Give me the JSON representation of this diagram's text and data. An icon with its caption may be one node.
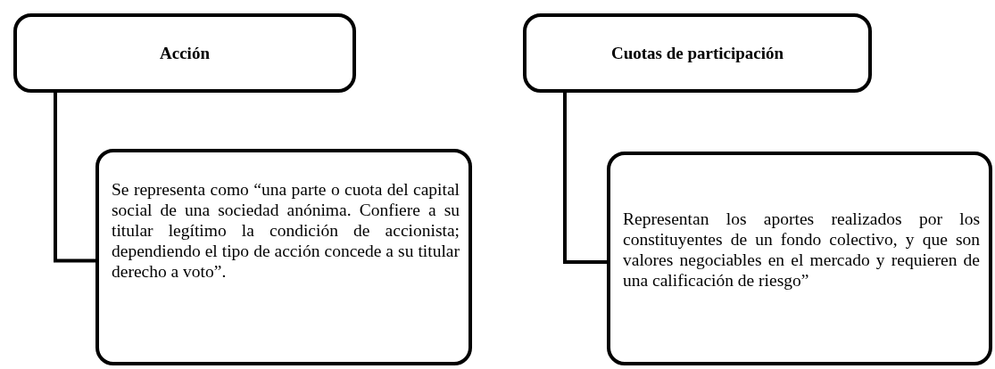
{
  "diagram": {
    "nodes": [
      {
        "text": [
          "Acción"
        ]
      },
      {
        "text": [
          "Se representa como “una parte o cuota del capital social de una sociedad anónima. Confiere a su titular legítimo la condición de accionista; dependiendo el tipo de acción concede a su titular derecho a voto”."
        ]
      },
      {
        "text": [
          "Cuotas de participación"
        ]
      },
      {
        "text": [
          "Representan los aportes realizados por los constituyentes de un fondo colectivo, y que son valores negociables en el mercado y requieren de una calificación de riesgo”"
        ]
      }
    ],
    "edges": [
      {
        "from": 0,
        "to": 1,
        "arrow": "none"
      },
      {
        "from": 2,
        "to": 3,
        "arrow": "none"
      }
    ]
  }
}
